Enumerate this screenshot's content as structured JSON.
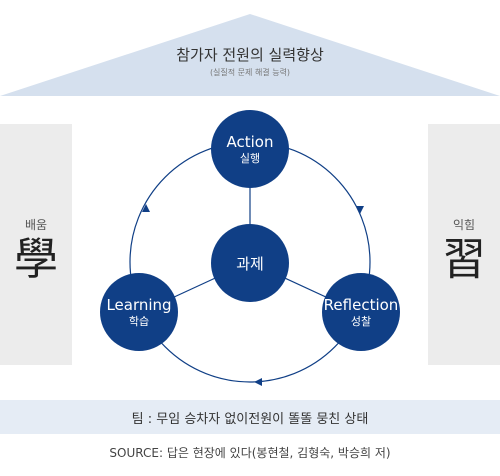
{
  "roof": {
    "title": "참가자 전원의 실력향상",
    "subtitle": "(실질적 문제 해결 능력)"
  },
  "pillars": {
    "left": {
      "label": "배움",
      "hanja": "學"
    },
    "right": {
      "label": "익힘",
      "hanja": "習"
    }
  },
  "nodes": {
    "action": {
      "en": "Action",
      "ko": "실행"
    },
    "learning": {
      "en": "Learning",
      "ko": "학습"
    },
    "reflection": {
      "en": "Reflection",
      "ko": "성찰"
    },
    "center": {
      "ko": "과제"
    }
  },
  "team": {
    "text": "팀 : 무임 승차자 없이전원이 똘똘 뭉친 상태"
  },
  "source": {
    "text": "SOURCE: 답은 현장에 있다(봉현철, 김형숙, 박승희 저)"
  },
  "colors": {
    "node": "#103f86",
    "roof": "#d5e0ee",
    "pillar": "#ececec",
    "bar": "#e5ecf5",
    "line": "#103f86"
  }
}
